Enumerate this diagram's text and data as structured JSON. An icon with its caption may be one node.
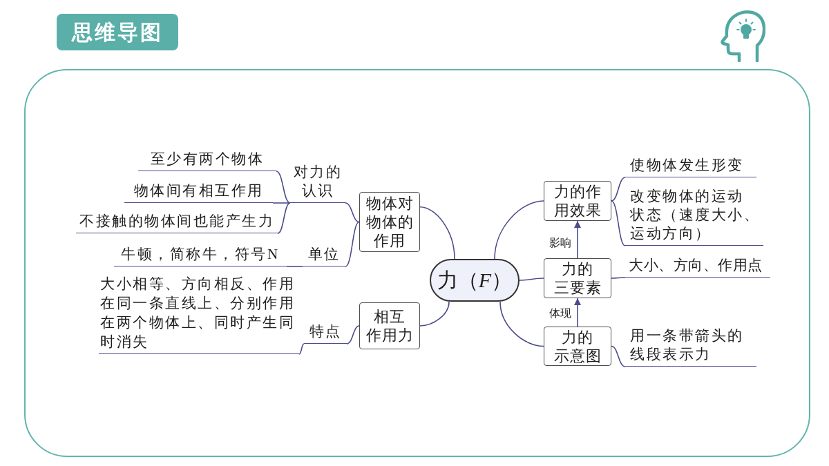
{
  "diagram": {
    "title": "思维导图",
    "nodes": [
      {
        "text": [
          "力（*F*）"
        ]
      },
      {
        "text": [
          "物体对物体的作用"
        ]
      },
      {
        "text": [
          "对力的认识"
        ]
      },
      {
        "text": [
          "至少有两个物体"
        ]
      },
      {
        "text": [
          "物体间有相互作用"
        ]
      },
      {
        "text": [
          "不接触的物体间也能产生力"
        ]
      },
      {
        "text": [
          "单位"
        ]
      },
      {
        "text": [
          "牛顿，简称牛，符号N"
        ]
      },
      {
        "text": [
          "相互作用力"
        ]
      },
      {
        "text": [
          "特点"
        ]
      },
      {
        "text": [
          "大小相等、方向相反、作用在同一条直线上、分别作用在两个物体上、同时产生同时消失"
        ]
      },
      {
        "text": [
          "力的作用效果"
        ]
      },
      {
        "text": [
          "使物体发生形变"
        ]
      },
      {
        "text": [
          "改变物体的运动状态（速度大小、运动方向）"
        ]
      },
      {
        "text": [
          "力的三要素"
        ]
      },
      {
        "text": [
          "大小、方向、作用点"
        ]
      },
      {
        "text": [
          "力的示意图"
        ]
      },
      {
        "text": [
          "用一条带箭头的线段表示力"
        ]
      }
    ],
    "edges": [
      {
        "from": 0,
        "to": 1,
        "arrow": "none"
      },
      {
        "from": 1,
        "to": 2,
        "arrow": "none"
      },
      {
        "from": 2,
        "to": 3,
        "arrow": "none"
      },
      {
        "from": 2,
        "to": 4,
        "arrow": "none"
      },
      {
        "from": 2,
        "to": 5,
        "arrow": "none"
      },
      {
        "from": 1,
        "to": 6,
        "arrow": "none"
      },
      {
        "from": 6,
        "to": 7,
        "arrow": "none"
      },
      {
        "from": 0,
        "to": 8,
        "arrow": "none"
      },
      {
        "from": 8,
        "to": 9,
        "arrow": "none"
      },
      {
        "from": 9,
        "to": 10,
        "arrow": "none"
      },
      {
        "from": 0,
        "to": 11,
        "arrow": "none"
      },
      {
        "from": 11,
        "to": 12,
        "arrow": "none"
      },
      {
        "from": 11,
        "to": 13,
        "arrow": "none"
      },
      {
        "from": 0,
        "to": 14,
        "arrow": "none"
      },
      {
        "from": 14,
        "to": 15,
        "arrow": "none"
      },
      {
        "from": 0,
        "to": 16,
        "arrow": "none"
      },
      {
        "from": 16,
        "to": 17,
        "arrow": "none"
      },
      {
        "from": 14,
        "to": 11,
        "arrow": "to",
        "label": "影响"
      },
      {
        "from": 16,
        "to": 14,
        "arrow": "to",
        "label": "体现"
      }
    ]
  }
}
